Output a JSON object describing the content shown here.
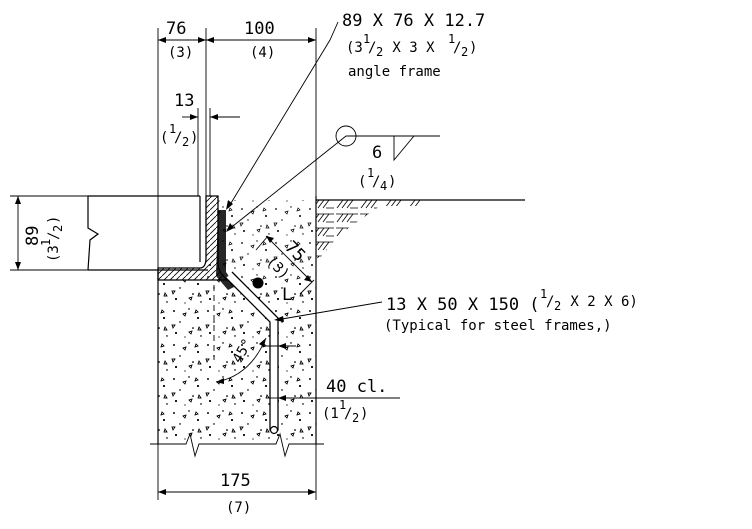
{
  "dims": {
    "top_left": {
      "mm": "76",
      "in": "(3)"
    },
    "top_right": {
      "mm": "100",
      "in": "(4)"
    },
    "gap": {
      "mm": "13",
      "in_open": "(",
      "in_num": "1",
      "in_slash": "/",
      "in_den": "2",
      "in_close": ")"
    },
    "left_height": {
      "mm": "89",
      "in_open": "(3",
      "in_num": "1",
      "in_slash": "/",
      "in_den": "2",
      "in_close": ")"
    },
    "anchor_length": {
      "mm": "75",
      "in": "(3)"
    },
    "angle": "45°",
    "clearance": {
      "mm": "40 cl.",
      "in_open": "(1",
      "in_num": "1",
      "in_slash": "/",
      "in_den": "2",
      "in_close": ")"
    },
    "bottom": {
      "mm": "175",
      "in": "(7)"
    }
  },
  "labels": {
    "angle_frame_line1": "89 X 76 X 12.7",
    "angle_frame_line2_a": "(3",
    "angle_frame_line2_num": "1",
    "angle_frame_line2_b": "/",
    "angle_frame_line2_den": "2",
    "angle_frame_line2_c": " X 3 X ",
    "angle_frame_line2_num2": "1",
    "angle_frame_line2_d": "/",
    "angle_frame_line2_den2": "2",
    "angle_frame_line2_e": ")",
    "angle_frame_line3": "angle frame",
    "anchor_line1_a": "13 X 50 X 150 (",
    "anchor_line1_num": "1",
    "anchor_line1_b": "/",
    "anchor_line1_den": "2",
    "anchor_line1_c": " X 2 X 6)",
    "anchor_line2": "(Typical for steel frames,)",
    "anchor_mark": "L"
  },
  "weld": {
    "size_mm": "6",
    "size_open": "(",
    "size_num": "1",
    "size_slash": "/",
    "size_den": "4",
    "size_close": ")"
  }
}
